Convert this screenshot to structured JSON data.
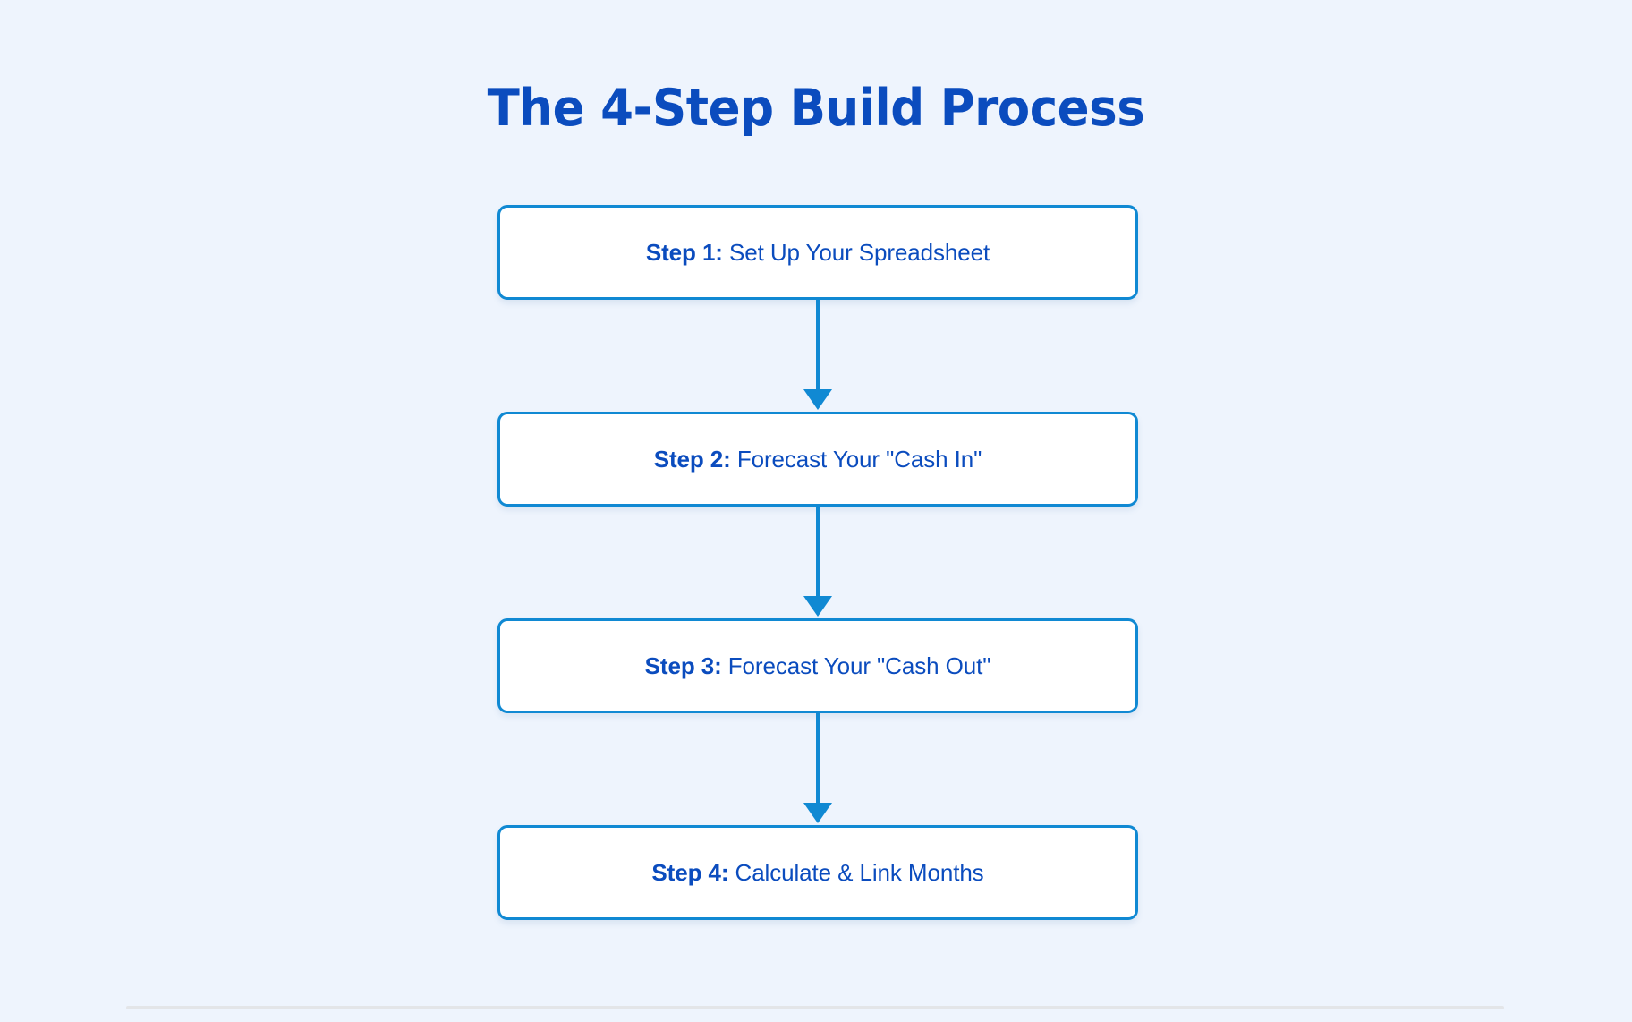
{
  "title": "The 4-Step Build Process",
  "colors": {
    "background": "#eef4fd",
    "title_text": "#0b4cbe",
    "box_border": "#1089d3",
    "box_fill": "#ffffff",
    "step_text": "#0b4cbe",
    "connector": "#1089d3",
    "divider": "#e3e5e8"
  },
  "steps": [
    {
      "lead": "Step 1:",
      "rest": " Set Up Your Spreadsheet"
    },
    {
      "lead": "Step 2:",
      "rest": " Forecast Your \"Cash In\""
    },
    {
      "lead": "Step 3:",
      "rest": " Forecast Your \"Cash Out\""
    },
    {
      "lead": "Step 4:",
      "rest": " Calculate & Link Months"
    }
  ],
  "chart_data": {
    "type": "diagram",
    "diagram_kind": "vertical-flowchart",
    "title": "The 4-Step Build Process",
    "nodes": [
      {
        "id": 1,
        "label": "Step 1: Set Up Your Spreadsheet"
      },
      {
        "id": 2,
        "label": "Step 2: Forecast Your \"Cash In\""
      },
      {
        "id": 3,
        "label": "Step 3: Forecast Your \"Cash Out\""
      },
      {
        "id": 4,
        "label": "Step 4: Calculate & Link Months"
      }
    ],
    "edges": [
      {
        "from": 1,
        "to": 2,
        "style": "arrow-down"
      },
      {
        "from": 2,
        "to": 3,
        "style": "arrow-down"
      },
      {
        "from": 3,
        "to": 4,
        "style": "arrow-down"
      }
    ]
  }
}
